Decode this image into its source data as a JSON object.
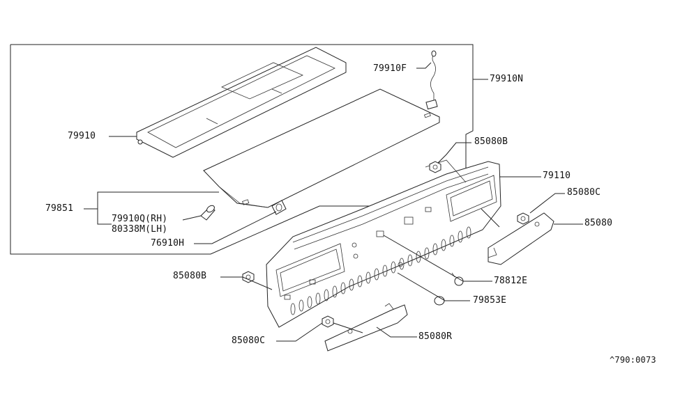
{
  "diagram": {
    "callouts": [
      {
        "id": "79910F",
        "text": "79910F"
      },
      {
        "id": "79910N",
        "text": "79910N"
      },
      {
        "id": "79910",
        "text": "79910"
      },
      {
        "id": "79851",
        "text": "79851"
      },
      {
        "id": "79910Q",
        "text": "79910Q(RH)"
      },
      {
        "id": "80338M",
        "text": "80338M(LH)"
      },
      {
        "id": "76910H",
        "text": "76910H"
      },
      {
        "id": "85080B_top",
        "text": "85080B"
      },
      {
        "id": "79110",
        "text": "79110"
      },
      {
        "id": "85080C_right",
        "text": "85080C"
      },
      {
        "id": "85080",
        "text": "85080"
      },
      {
        "id": "85080B_left",
        "text": "85080B"
      },
      {
        "id": "78812E",
        "text": "78812E"
      },
      {
        "id": "79853E",
        "text": "79853E"
      },
      {
        "id": "85080C_bottom",
        "text": "85080C"
      },
      {
        "id": "85080R",
        "text": "85080R"
      }
    ],
    "figure_code": "^790:0073"
  }
}
